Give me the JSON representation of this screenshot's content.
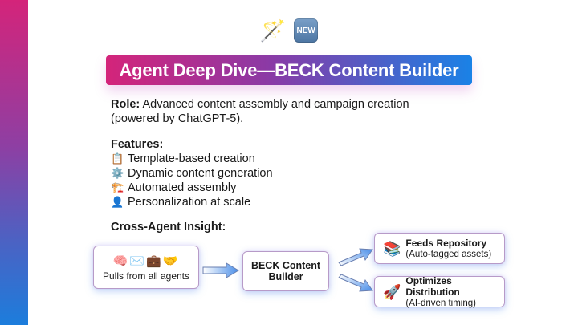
{
  "decor": {
    "top_icons": [
      "magic-wand-emoji",
      "new-badge"
    ],
    "wand_glyph": "🪄",
    "new_badge_label": "NEW",
    "colors": {
      "gradient_start": "#d4247a",
      "gradient_mid": "#8a3aa6",
      "gradient_end": "#1a82e6"
    }
  },
  "title": "Agent Deep Dive—BECK Content Builder",
  "role": {
    "label": "Role:",
    "text": " Advanced content assembly and campaign creation (powered by ChatGPT-5)."
  },
  "features": {
    "heading": "Features:",
    "items": [
      {
        "icon": "📋",
        "icon_name": "clipboard-icon",
        "label": "Template-based creation"
      },
      {
        "icon": "⚙️",
        "icon_name": "gear-icon",
        "label": "Dynamic content generation"
      },
      {
        "icon": "🏗️",
        "icon_name": "assembly-icon",
        "label": "Automated assembly"
      },
      {
        "icon": "👤",
        "icon_name": "user-gear-icon",
        "label": "Personalization at scale"
      }
    ]
  },
  "insight": {
    "heading": "Cross-Agent Insight:"
  },
  "diagram": {
    "source": {
      "icons": "🧠✉️💼🤝",
      "label": "Pulls from all agents"
    },
    "center": {
      "label": "BECK Content Builder"
    },
    "outputs": [
      {
        "icon": "📚",
        "title": "Feeds Repository",
        "subtitle": "(Auto-tagged assets)"
      },
      {
        "icon": "🚀",
        "title": "Optimizes Distribution",
        "subtitle": "(AI-driven timing)"
      }
    ]
  }
}
